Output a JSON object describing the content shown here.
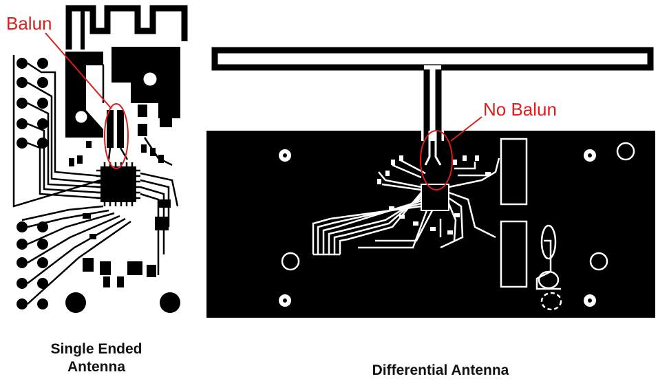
{
  "annotations": {
    "balun": "Balun",
    "no_balun": "No Balun"
  },
  "captions": {
    "single_line1": "Single Ended",
    "single_line2": "Antenna",
    "differential": "Differential Antenna"
  },
  "colors": {
    "board": "#000000",
    "copper_trace": "#ffffff",
    "annotation": "#dc1e1e",
    "background": "#ffffff"
  }
}
